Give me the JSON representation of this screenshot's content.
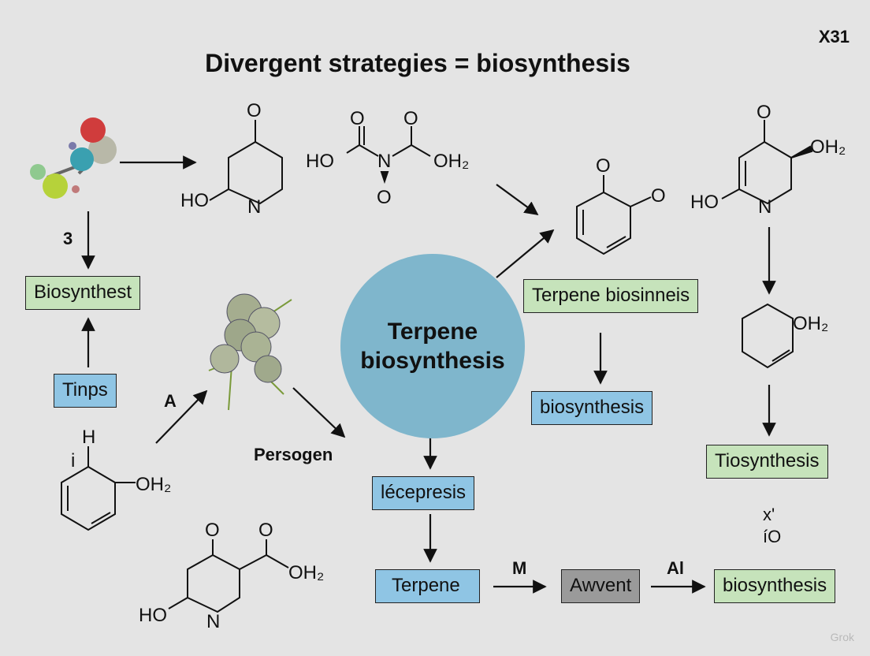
{
  "title": "Divergent strategies = biosynthesis",
  "corner_label": "X31",
  "center_node": "Terpene biosynthesis",
  "boxes": {
    "biosynthest": "Biosynthest",
    "tinps": "Tinps",
    "terpene_biosinneis": "Terpene biosinneis",
    "biosynthesis_mid": "biosynthesis",
    "tiosynthesis": "Tiosynthesis",
    "lecepresis": "lécepresis",
    "terpene": "Terpene",
    "awvent": "Awvent",
    "biosynthesis_end": "biosynthesis"
  },
  "labels": {
    "three": "3",
    "a": "A",
    "persogen": "Persogen",
    "m": "M",
    "al": "Al",
    "xi": "x'",
    "io": "íO"
  },
  "chem_labels": {
    "o": "O",
    "ho": "HO",
    "n": "N",
    "oh2": "OH₂",
    "h": "H",
    "i": "i"
  },
  "watermark": "Grok",
  "colors": {
    "background": "#e4e4e4",
    "green_box": "#c6e3bb",
    "blue_box": "#8fc5e4",
    "gray_box": "#9a9a9a",
    "circle": "#7fb6cc"
  }
}
